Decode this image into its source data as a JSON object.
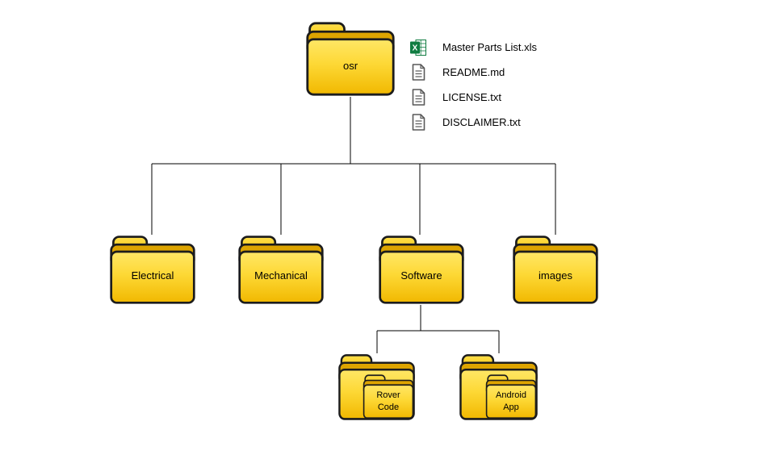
{
  "diagram": {
    "root": {
      "label": "osr",
      "files": [
        {
          "name": "Master Parts List.xls",
          "type": "xls"
        },
        {
          "name": "README.md",
          "type": "doc"
        },
        {
          "name": "LICENSE.txt",
          "type": "doc"
        },
        {
          "name": "DISCLAIMER.txt",
          "type": "doc"
        }
      ],
      "children": [
        {
          "label": "Electrical"
        },
        {
          "label": "Mechanical"
        },
        {
          "label": "Software",
          "children": [
            {
              "label": "Rover Code"
            },
            {
              "label": "Android App"
            }
          ]
        },
        {
          "label": "images"
        }
      ]
    },
    "colors": {
      "folder_yellow_light": "#FFE766",
      "folder_yellow_dark": "#F1B800",
      "folder_band": "#DDA400",
      "folder_outline": "#1C1C1C",
      "excel_green": "#107C41",
      "doc_gray": "#595959",
      "connector": "#000000",
      "background": "#FFFFFF"
    }
  }
}
